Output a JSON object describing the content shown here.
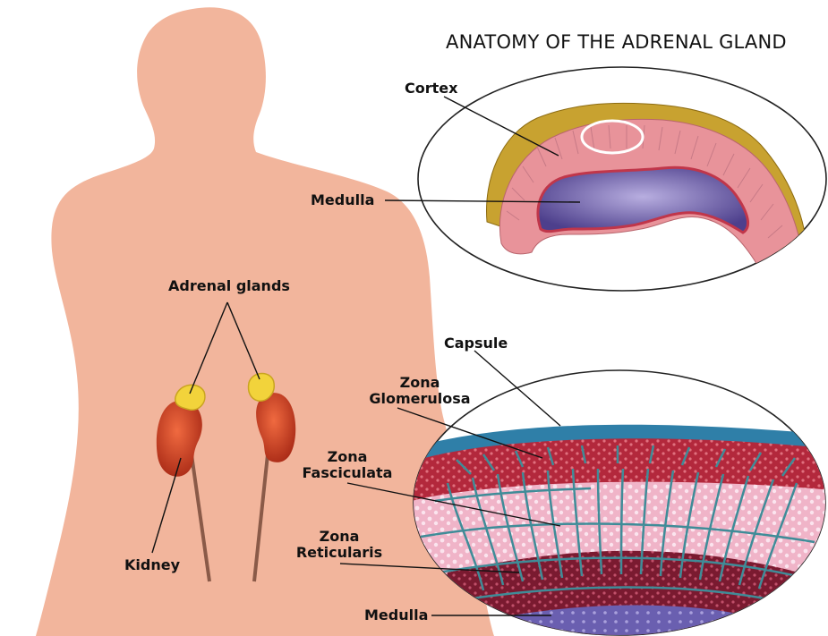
{
  "title": "ANATOMY OF THE ADRENAL GLAND",
  "labels": {
    "cortex": "Cortex",
    "medulla_top": "Medulla",
    "adrenal_glands": "Adrenal glands",
    "kidney": "Kidney",
    "capsule": "Capsule",
    "zona_glomerulosa_1": "Zona",
    "zona_glomerulosa_2": "Glomerulosa",
    "zona_fasciculata_1": "Zona",
    "zona_fasciculata_2": "Fasciculata",
    "zona_reticularis_1": "Zona",
    "zona_reticularis_2": "Reticularis",
    "medulla_bottom": "Medulla"
  },
  "colors": {
    "skin": "#f2b59c",
    "kidney": "#d9482b",
    "adrenal": "#f2d33b",
    "cortex_gold": "#c8a230",
    "cortex_pink": "#e8939a",
    "medulla_purple": "#6b5aa8",
    "capsule_blue": "#2f7fa8",
    "zona_red": "#b3283c",
    "zona_pink": "#f0b4c8",
    "reticularis_dark": "#7a1a30"
  }
}
